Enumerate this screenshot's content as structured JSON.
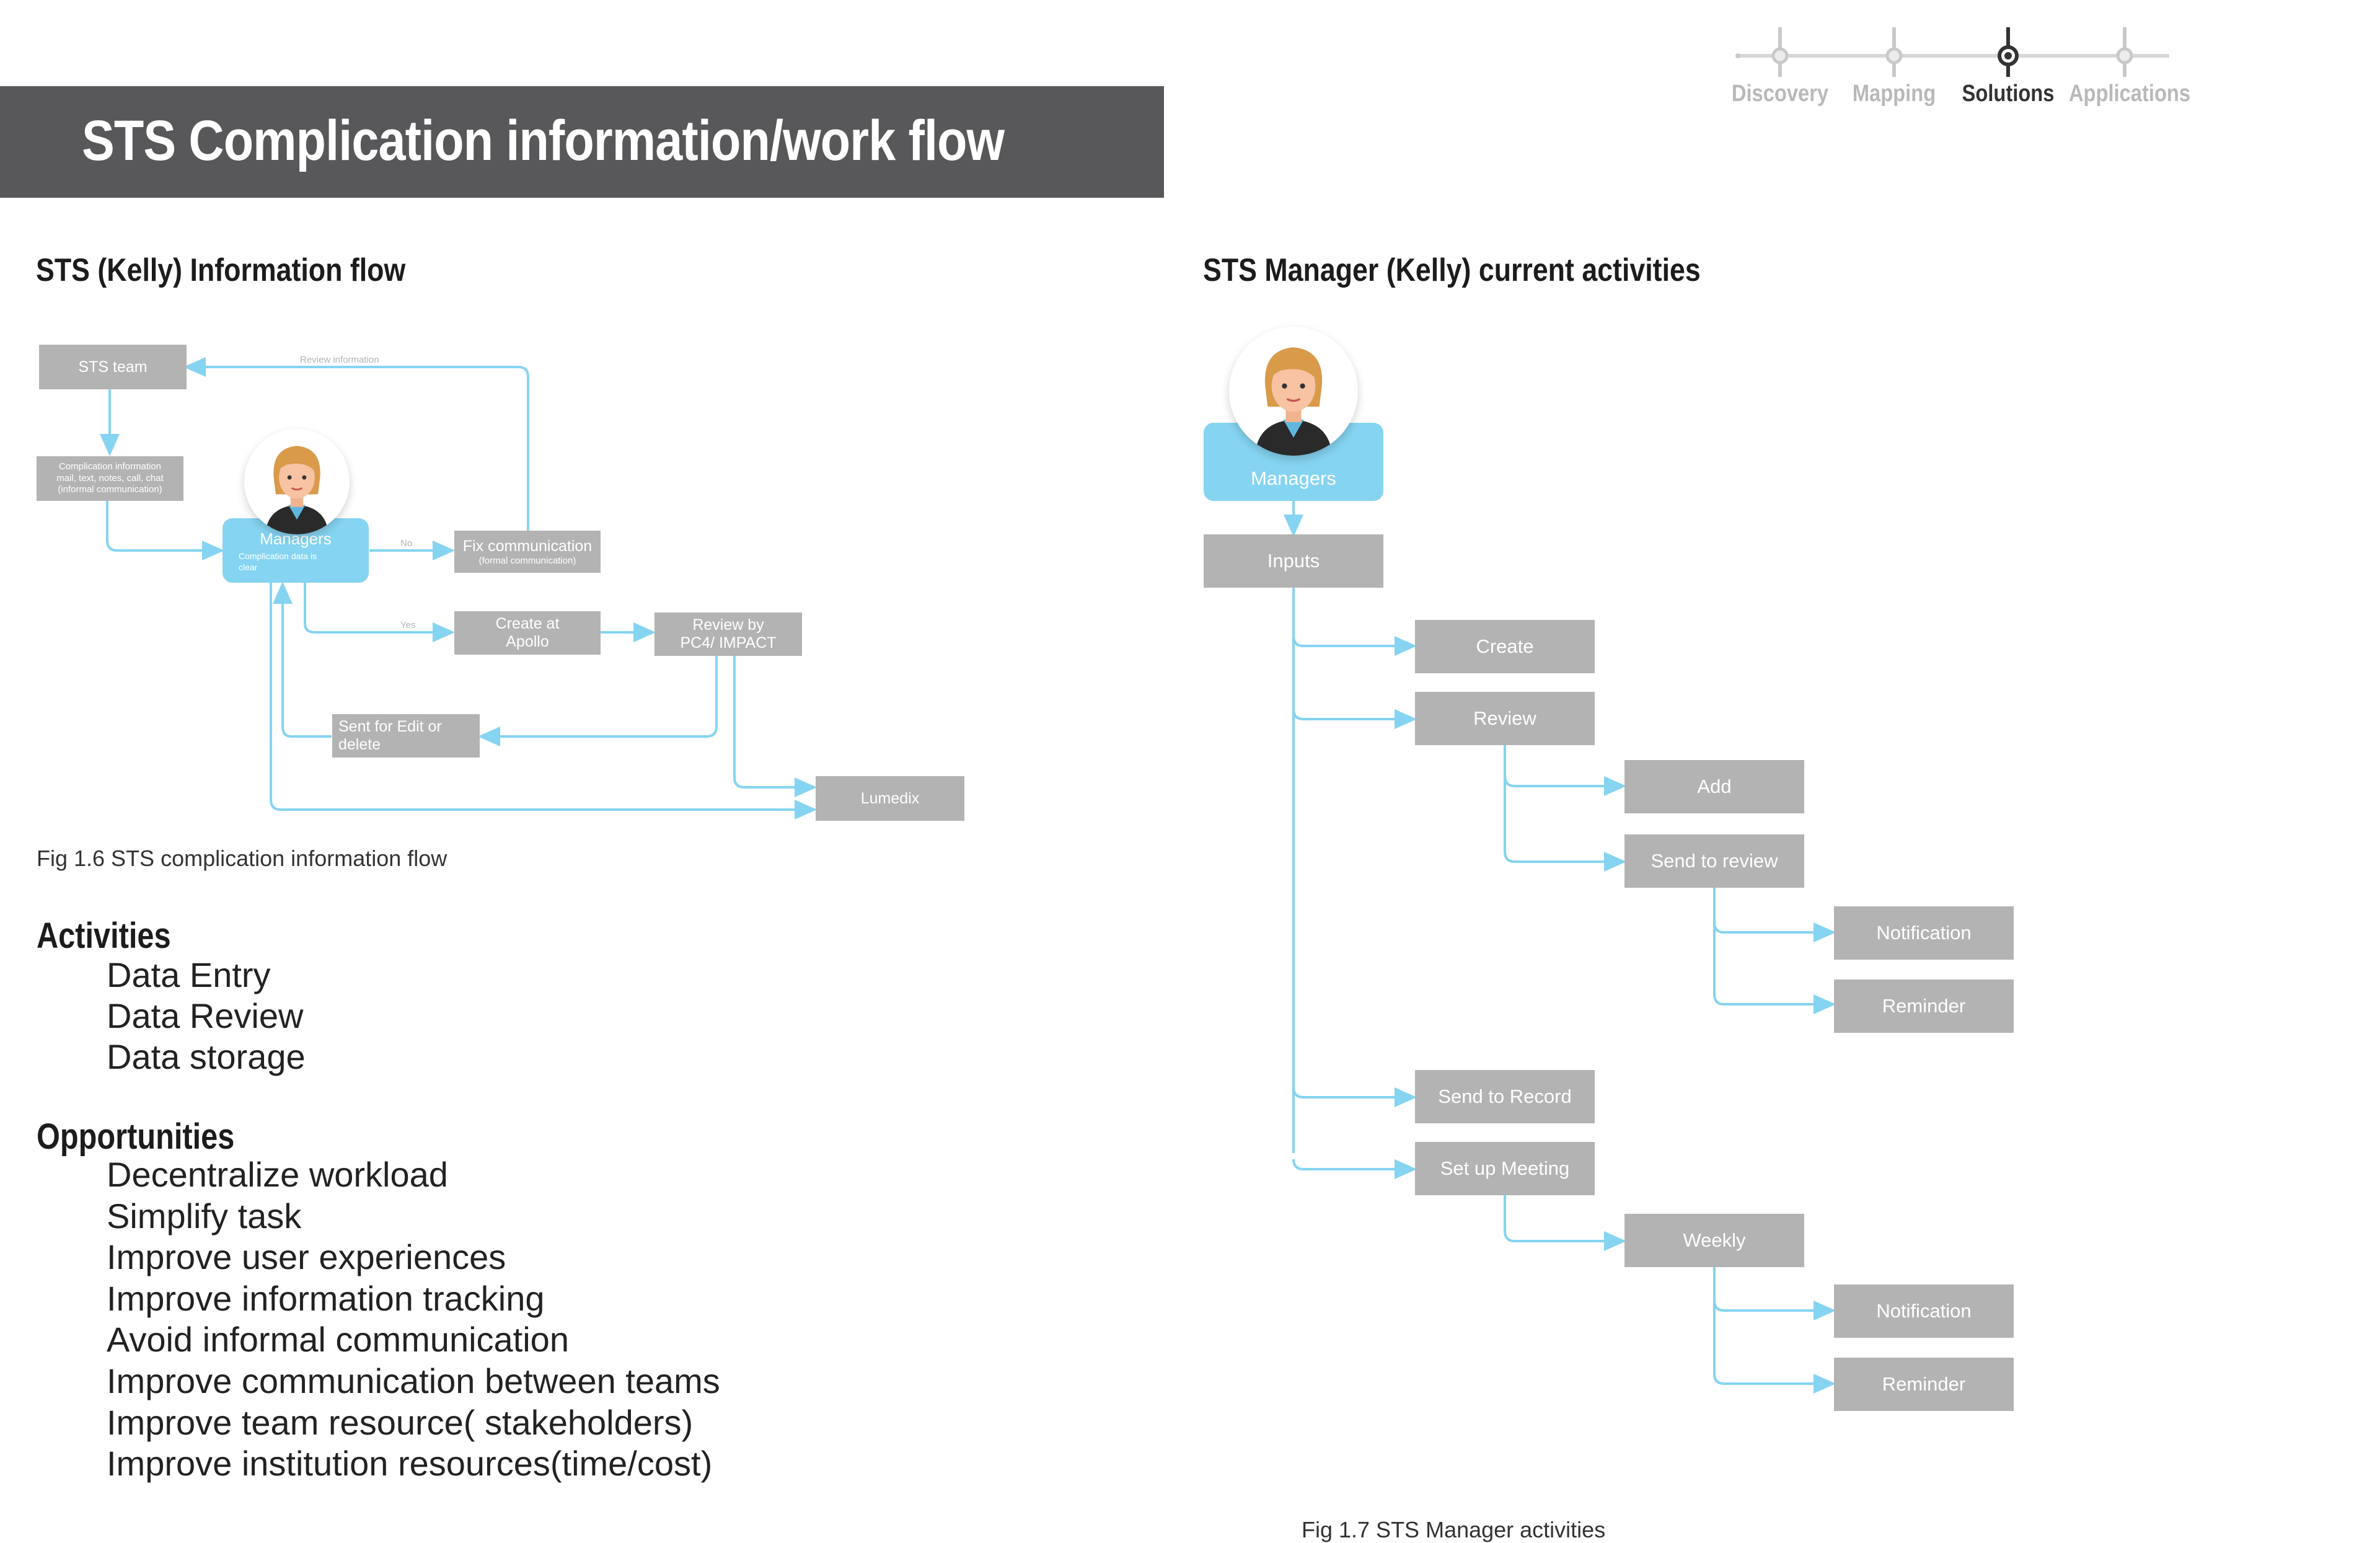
{
  "header": {
    "title": "STS Complication information/work flow"
  },
  "progress_nav": {
    "steps": [
      {
        "label": "Discovery",
        "active": false
      },
      {
        "label": "Mapping",
        "active": false
      },
      {
        "label": "Solutions",
        "active": true
      },
      {
        "label": "Applications",
        "active": false
      }
    ]
  },
  "left": {
    "section_title": "STS (Kelly) Information flow",
    "diagram": {
      "sts_team": "STS team",
      "review_information": "Review information",
      "complication_info": "Complication information\nmail, text, notes, call, chat\n(informal communication)",
      "managers": "Managers",
      "managers_sub": "Complication data is clear",
      "no_label": "No",
      "yes_label": "Yes",
      "fix_comm": "Fix communication",
      "fix_comm_sub": "(formal communication)",
      "create_apollo": "Create at\nApollo",
      "review_pc4": "Review by\nPC4/ IMPACT",
      "sent_edit": "Sent for Edit or\ndelete",
      "lumedix": "Lumedix"
    },
    "caption": "Fig 1.6 STS complication information flow",
    "activities": {
      "heading": "Activities",
      "items": [
        "Data Entry",
        "Data Review",
        "Data storage"
      ]
    },
    "opportunities": {
      "heading": "Opportunities",
      "items": [
        "Decentralize workload",
        "Simplify task",
        "Improve user experiences",
        "Improve information tracking",
        "Avoid informal communication",
        "Improve communication between teams",
        "Improve team resource( stakeholders)",
        "Improve institution resources(time/cost)"
      ]
    }
  },
  "right": {
    "section_title": "STS Manager (Kelly) current activities",
    "managers": "Managers",
    "inputs": "Inputs",
    "create": "Create",
    "review": "Review",
    "add": "Add",
    "send_to_review": "Send to review",
    "notification_1": "Notification",
    "reminder_1": "Reminder",
    "send_to_record": "Send to Record",
    "set_up_meeting": "Set up Meeting",
    "weekly": "Weekly",
    "notification_2": "Notification",
    "reminder_2": "Reminder",
    "caption": "Fig 1.7 STS Manager activities"
  },
  "colors": {
    "header_bg": "#58585a",
    "box_gray": "#b3b3b4",
    "connector_blue": "#85d4f1",
    "manager_blue": "#85d4f1"
  }
}
